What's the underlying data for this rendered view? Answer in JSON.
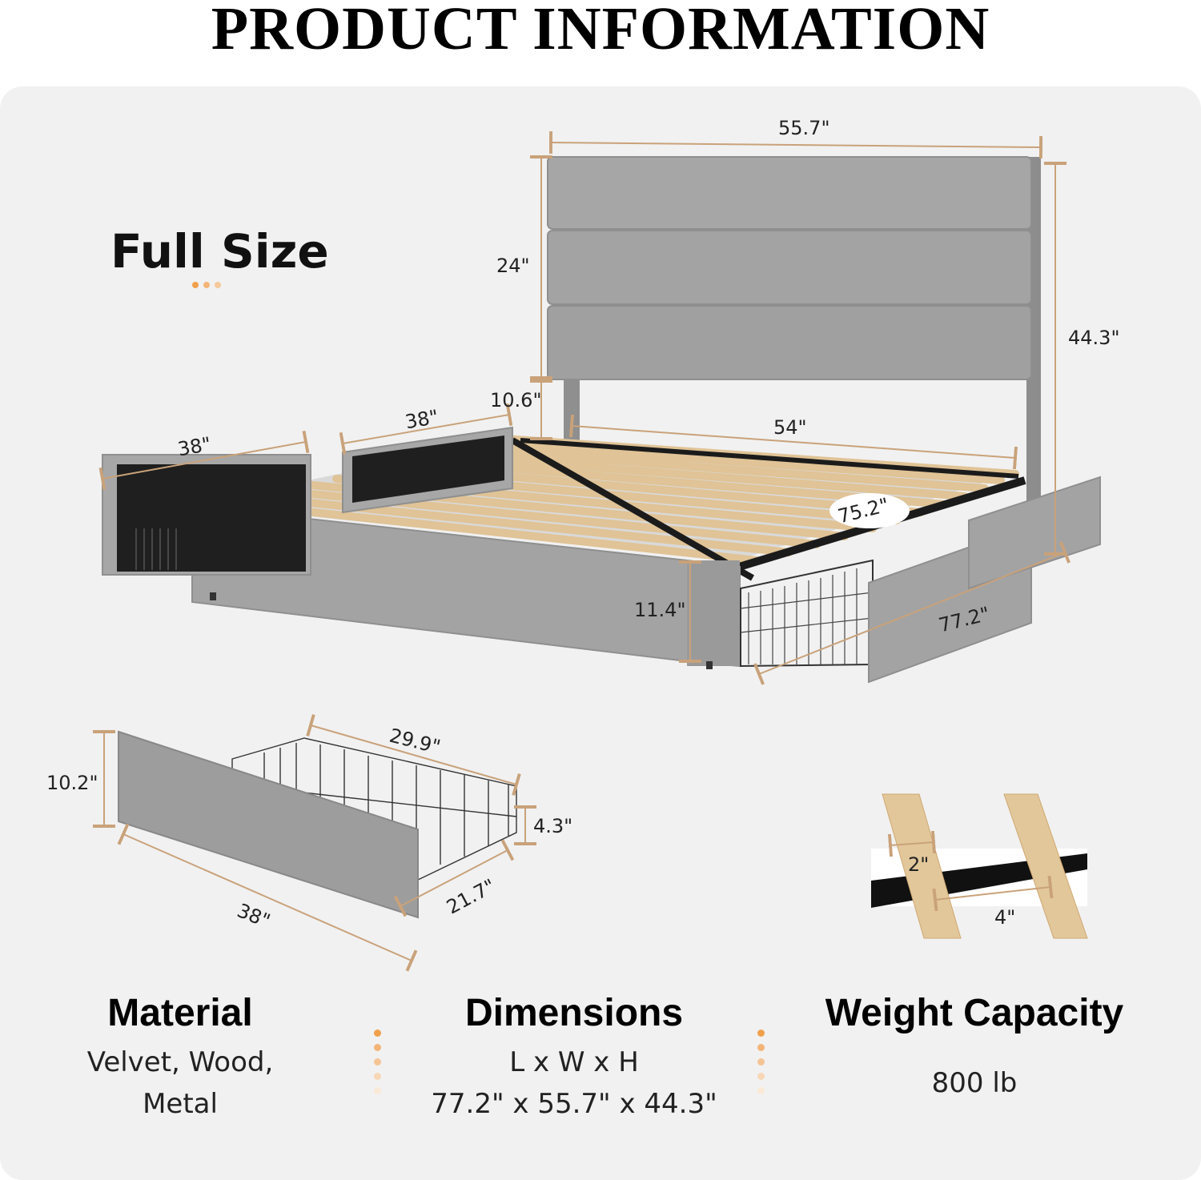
{
  "title": "PRODUCT INFORMATION",
  "size_label": "Full Size",
  "dimensions": {
    "headboard_width": "55.7\"",
    "headboard_height": "24\"",
    "total_height": "44.3\"",
    "leg_clearance": "10.6\"",
    "inner_width": "54\"",
    "inner_length": "75.2\"",
    "total_length": "77.2\"",
    "side_rail_height": "11.4\"",
    "drawer_left_length": "38\"",
    "drawer_mid_length": "38\""
  },
  "drawer": {
    "height": "10.2\"",
    "basket_length": "29.9\"",
    "basket_height": "4.3\"",
    "basket_depth": "21.7\"",
    "front_length": "38\""
  },
  "slats": {
    "slat_width": "2\"",
    "slat_gap": "4\""
  },
  "specs": [
    {
      "heading": "Material",
      "lines": [
        "Velvet, Wood,",
        "Metal"
      ]
    },
    {
      "heading": "Dimensions",
      "lines": [
        "L x W x H",
        "77.2\" x 55.7\" x 44.3\""
      ]
    },
    {
      "heading": "Weight Capacity",
      "lines": [
        "800 lb"
      ]
    }
  ],
  "colors": {
    "upholstery": "#9a9a9a",
    "upholstery_light": "#a9a9a9",
    "wood": "#e2c79a",
    "metal": "#1b1b1b",
    "dimension_line": "#c9a27a",
    "accent_dot": "#f0a04b"
  }
}
